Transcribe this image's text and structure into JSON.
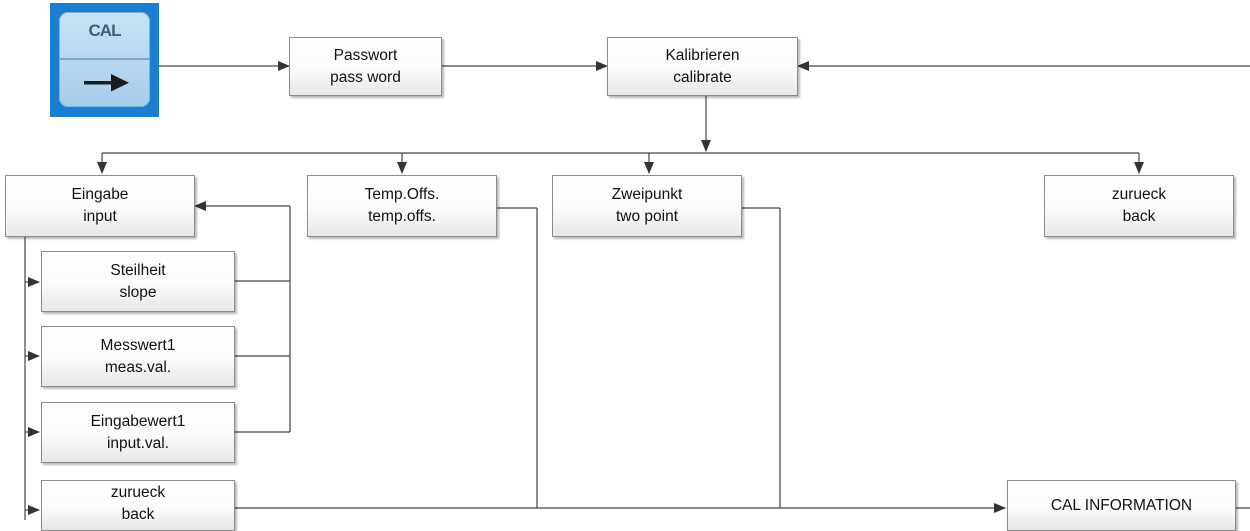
{
  "key": {
    "label": "CAL",
    "arrow_icon": "right-arrow-icon",
    "color": "#1a7fd0"
  },
  "nodes": {
    "passwort": {
      "line1": "Passwort",
      "line2": "pass word"
    },
    "kalibrieren": {
      "line1": "Kalibrieren",
      "line2": "calibrate"
    },
    "eingabe": {
      "line1": "Eingabe",
      "line2": "input"
    },
    "tempoffs": {
      "line1": "Temp.Offs.",
      "line2": "temp.offs."
    },
    "zweipunkt": {
      "line1": "Zweipunkt",
      "line2": "two point"
    },
    "zurueck_top": {
      "line1": "zurueck",
      "line2": "back"
    },
    "steilheit": {
      "line1": "Steilheit",
      "line2": "slope"
    },
    "messwert": {
      "line1": "Messwert1",
      "line2": "meas.val."
    },
    "eingabewert": {
      "line1": "Eingabewert1",
      "line2": "input.val."
    },
    "zurueck_sub": {
      "line1": "zurueck",
      "line2": "back"
    },
    "calinfo": {
      "line1": "CAL INFORMATION"
    }
  }
}
